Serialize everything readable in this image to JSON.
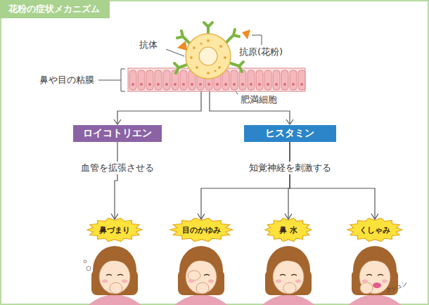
{
  "diagram": {
    "title": "花粉の症状メカニズム",
    "nodes": [
      {
        "text": [
          "ロイコトリエン"
        ]
      },
      {
        "text": [
          "ヒスタミン"
        ]
      },
      {
        "text": [
          "鼻づまり"
        ]
      },
      {
        "text": [
          "目のかゆみ"
        ]
      },
      {
        "text": [
          "鼻 水"
        ]
      },
      {
        "text": [
          "くしゃみ"
        ]
      }
    ],
    "edges": [
      {
        "from": 0,
        "to": 2,
        "arrow": "to"
      },
      {
        "from": 1,
        "to": 3,
        "arrow": "to"
      },
      {
        "from": 1,
        "to": 4,
        "arrow": "to"
      },
      {
        "from": 1,
        "to": 5,
        "arrow": "to"
      }
    ],
    "labels": [
      "抗体",
      "抗原(花粉)",
      "鼻や目の粘膜",
      "肥満細胞",
      "血管を拡張させる",
      "知覚神経を刺激する",
      "クシュン"
    ]
  }
}
